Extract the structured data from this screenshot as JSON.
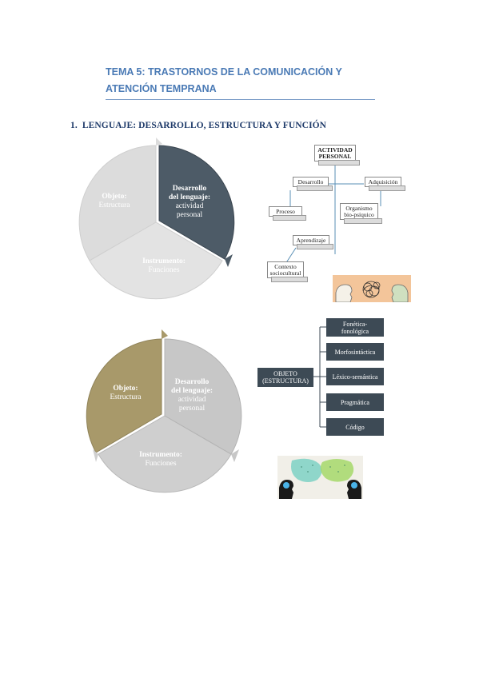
{
  "header": {
    "title_line1": "TEMA 5: TRASTORNOS DE LA COMUNICACIÓN Y",
    "title_line2": "ATENCIÓN TEMPRANA"
  },
  "section": {
    "number": "1.",
    "title": "LENGUAJE: DESARROLLO, ESTRUCTURA Y FUNCIÓN"
  },
  "cycle_top": {
    "seg_desarrollo": [
      "Desarrollo",
      "del lenguaje:",
      "actividad",
      "personal"
    ],
    "seg_objeto": [
      "Objeto:",
      "Estructura"
    ],
    "seg_instrumento": [
      "Instrumento:",
      "Funciones"
    ],
    "colors": {
      "highlight": "#4d5b67",
      "base": "#dcdcdc"
    }
  },
  "cycle_bottom": {
    "seg_desarrollo": [
      "Desarrollo",
      "del lenguaje:",
      "actividad",
      "personal"
    ],
    "seg_objeto": [
      "Objeto:",
      "Estructura"
    ],
    "seg_instrumento": [
      "Instrumento:",
      "Funciones"
    ],
    "colors": {
      "highlight": "#a8996a",
      "base": "#cfcfcf"
    }
  },
  "flow_top": {
    "actividad": [
      "ACTIVIDAD",
      "PERSONAL"
    ],
    "desarrollo": "Desarrollo",
    "adquisicion": "Adquisición",
    "proceso": "Proceso",
    "organismo": [
      "Organismo",
      "bio-psíquico"
    ],
    "aprendizaje": "Aprendizaje",
    "contexto": [
      "Contexto",
      "sociocultural"
    ]
  },
  "flow_bottom": {
    "objeto": [
      "OBJETO",
      "(ESTRUCTURA)"
    ],
    "items": [
      [
        "Fonética-",
        "fonológica"
      ],
      [
        "Morfosintáctica"
      ],
      [
        "Léxico-semántica"
      ],
      [
        "Pragmática"
      ],
      [
        "Código"
      ]
    ]
  }
}
